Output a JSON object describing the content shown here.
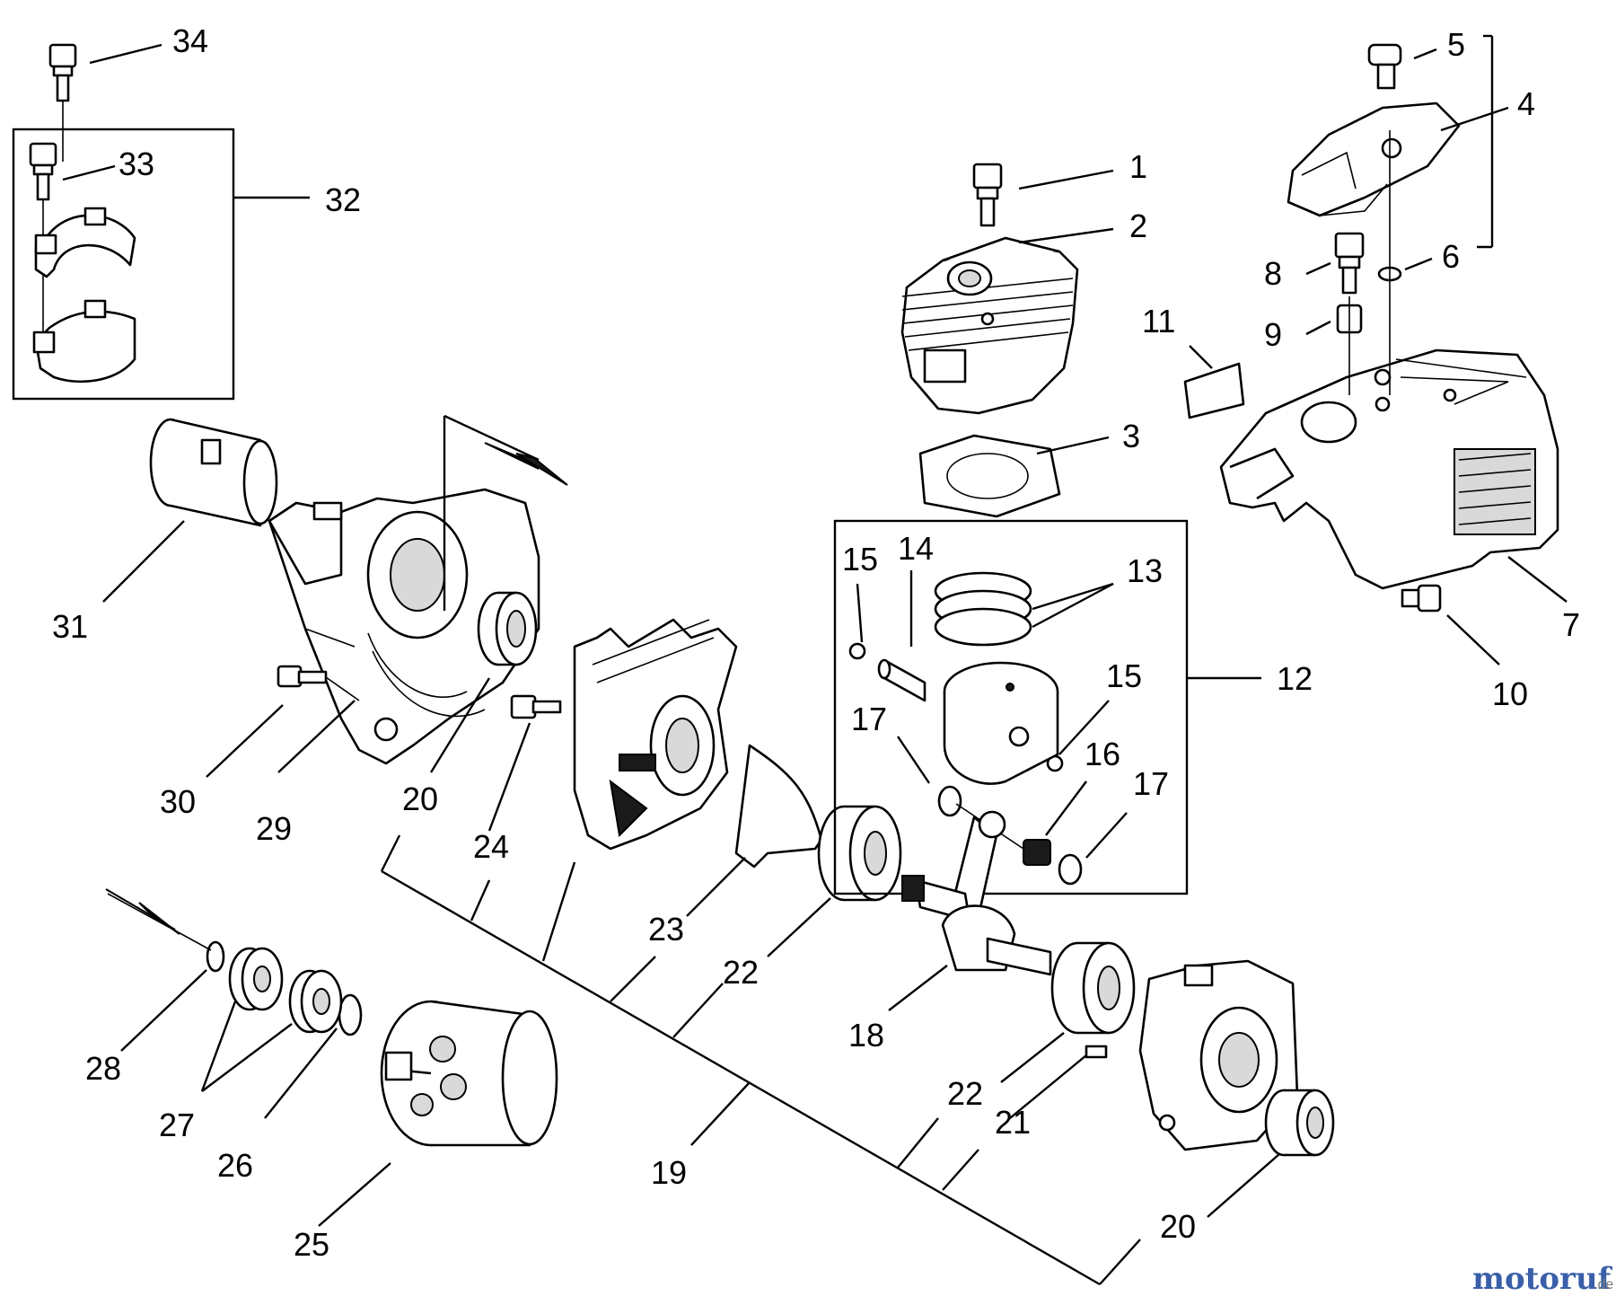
{
  "callouts": {
    "c1": "1",
    "c2": "2",
    "c3": "3",
    "c4": "4",
    "c5": "5",
    "c6": "6",
    "c7": "7",
    "c8": "8",
    "c9": "9",
    "c10": "10",
    "c11": "11",
    "c12": "12",
    "c13": "13",
    "c14": "14",
    "c15a": "15",
    "c15b": "15",
    "c16": "16",
    "c17a": "17",
    "c17b": "17",
    "c18": "18",
    "c19": "19",
    "c20a": "20",
    "c20b": "20",
    "c21": "21",
    "c22a": "22",
    "c22b": "22",
    "c23": "23",
    "c24": "24",
    "c25": "25",
    "c26": "26",
    "c27": "27",
    "c28": "28",
    "c29": "29",
    "c30": "30",
    "c31": "31",
    "c32": "32",
    "c33": "33",
    "c34": "34"
  },
  "watermark": {
    "text_a": "motoruf",
    "text_b": ".de",
    "colors": [
      "#3a5fa8",
      "#e07b00",
      "#7a7a7a"
    ]
  }
}
